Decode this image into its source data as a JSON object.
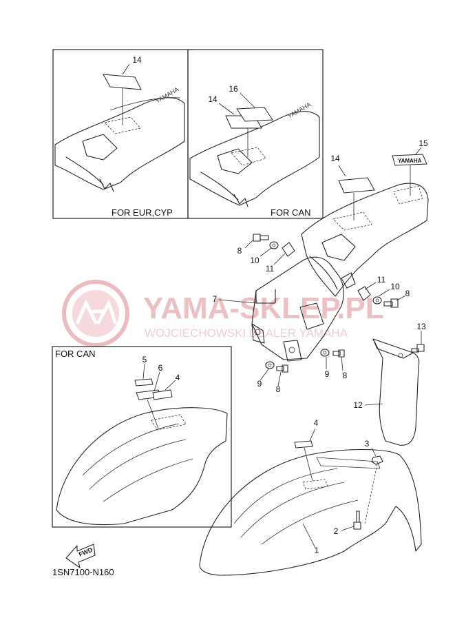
{
  "watermark": {
    "brand": "YAMA-SKLEP.PL",
    "subline": "WOJCIECHOWSKI DEALER YAMAHA",
    "color": "#e9a4aa"
  },
  "insets": {
    "eur_cyp": "FOR EUR,CYP",
    "can_rear": "FOR CAN",
    "can_front": "FOR CAN"
  },
  "fwd_label": "FWD",
  "decal_text": "YAMAHA",
  "diagram_code": "1SN7100-N160",
  "callouts": {
    "c1": "1",
    "c2": "2",
    "c3": "3",
    "c4a": "4",
    "c4b": "4",
    "c5": "5",
    "c6": "6",
    "c7": "7",
    "c8a": "8",
    "c8b": "8",
    "c8c": "8",
    "c8d": "8",
    "c9a": "9",
    "c9b": "9",
    "c10a": "10",
    "c10b": "10",
    "c11a": "11",
    "c11b": "11",
    "c12": "12",
    "c13": "13",
    "c14a": "14",
    "c14b": "14",
    "c14c": "14",
    "c15": "15",
    "c16": "16"
  }
}
